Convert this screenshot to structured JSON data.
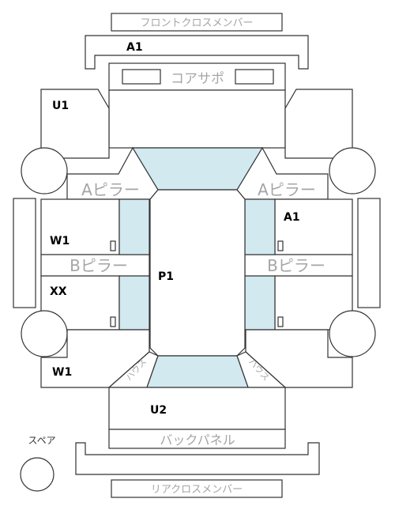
{
  "labels": {
    "front_cross_member": "フロントクロスメンバー",
    "core_support": "コアサポ",
    "a_pillar": "Aピラー",
    "b_pillar": "Bピラー",
    "back_panel": "バックパネル",
    "rear_cross_member": "リアクロスメンバー",
    "spare": "スペア",
    "tire_house": "ハウス"
  },
  "codes": {
    "front_cross_member": "A1",
    "front_left": "U1",
    "right_door": "A1",
    "left_front_door": "W1",
    "left_rear_door": "XX",
    "roof": "P1",
    "rear_left": "W1",
    "trunk": "U2"
  },
  "colors": {
    "glass": "#d2e9f0",
    "line": "#333333",
    "gray_label": "#a5a5a5"
  }
}
